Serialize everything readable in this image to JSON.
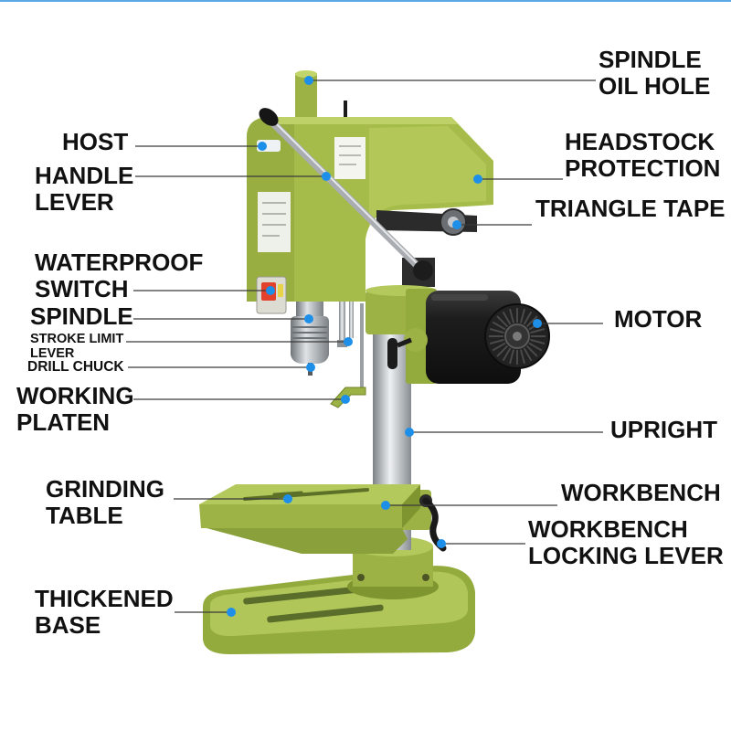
{
  "labels": {
    "spindle_oil_hole": [
      "SPINDLE",
      "OIL HOLE"
    ],
    "host": [
      "HOST"
    ],
    "handle_lever": [
      "HANDLE",
      "LEVER"
    ],
    "headstock_protection": [
      "HEADSTOCK",
      "PROTECTION"
    ],
    "triangle_tape": [
      "TRIANGLE TAPE"
    ],
    "waterproof_switch": [
      "WATERPROOF",
      "SWITCH"
    ],
    "spindle": [
      "SPINDLE"
    ],
    "motor": [
      "MOTOR"
    ],
    "stroke_limit_lever": [
      "STROKE LIMIT",
      "LEVER"
    ],
    "drill_chuck": [
      "DRILL CHUCK"
    ],
    "working_platen": [
      "WORKING",
      "PLATEN"
    ],
    "upright": [
      "UPRIGHT"
    ],
    "grinding_table": [
      "GRINDING",
      "TABLE"
    ],
    "workbench": [
      "WORKBENCH"
    ],
    "workbench_locking_lever": [
      "WORKBENCH",
      "LOCKING LEVER"
    ],
    "thickened_base": [
      "THICKENED",
      "BASE"
    ]
  },
  "colors": {
    "marker": "#1e8fe8",
    "leader": "#3a3a3a",
    "text": "#111111",
    "top_border": "#5aa9e6",
    "machine_green": "#a6bc4a",
    "motor": "#1c1c1c"
  }
}
